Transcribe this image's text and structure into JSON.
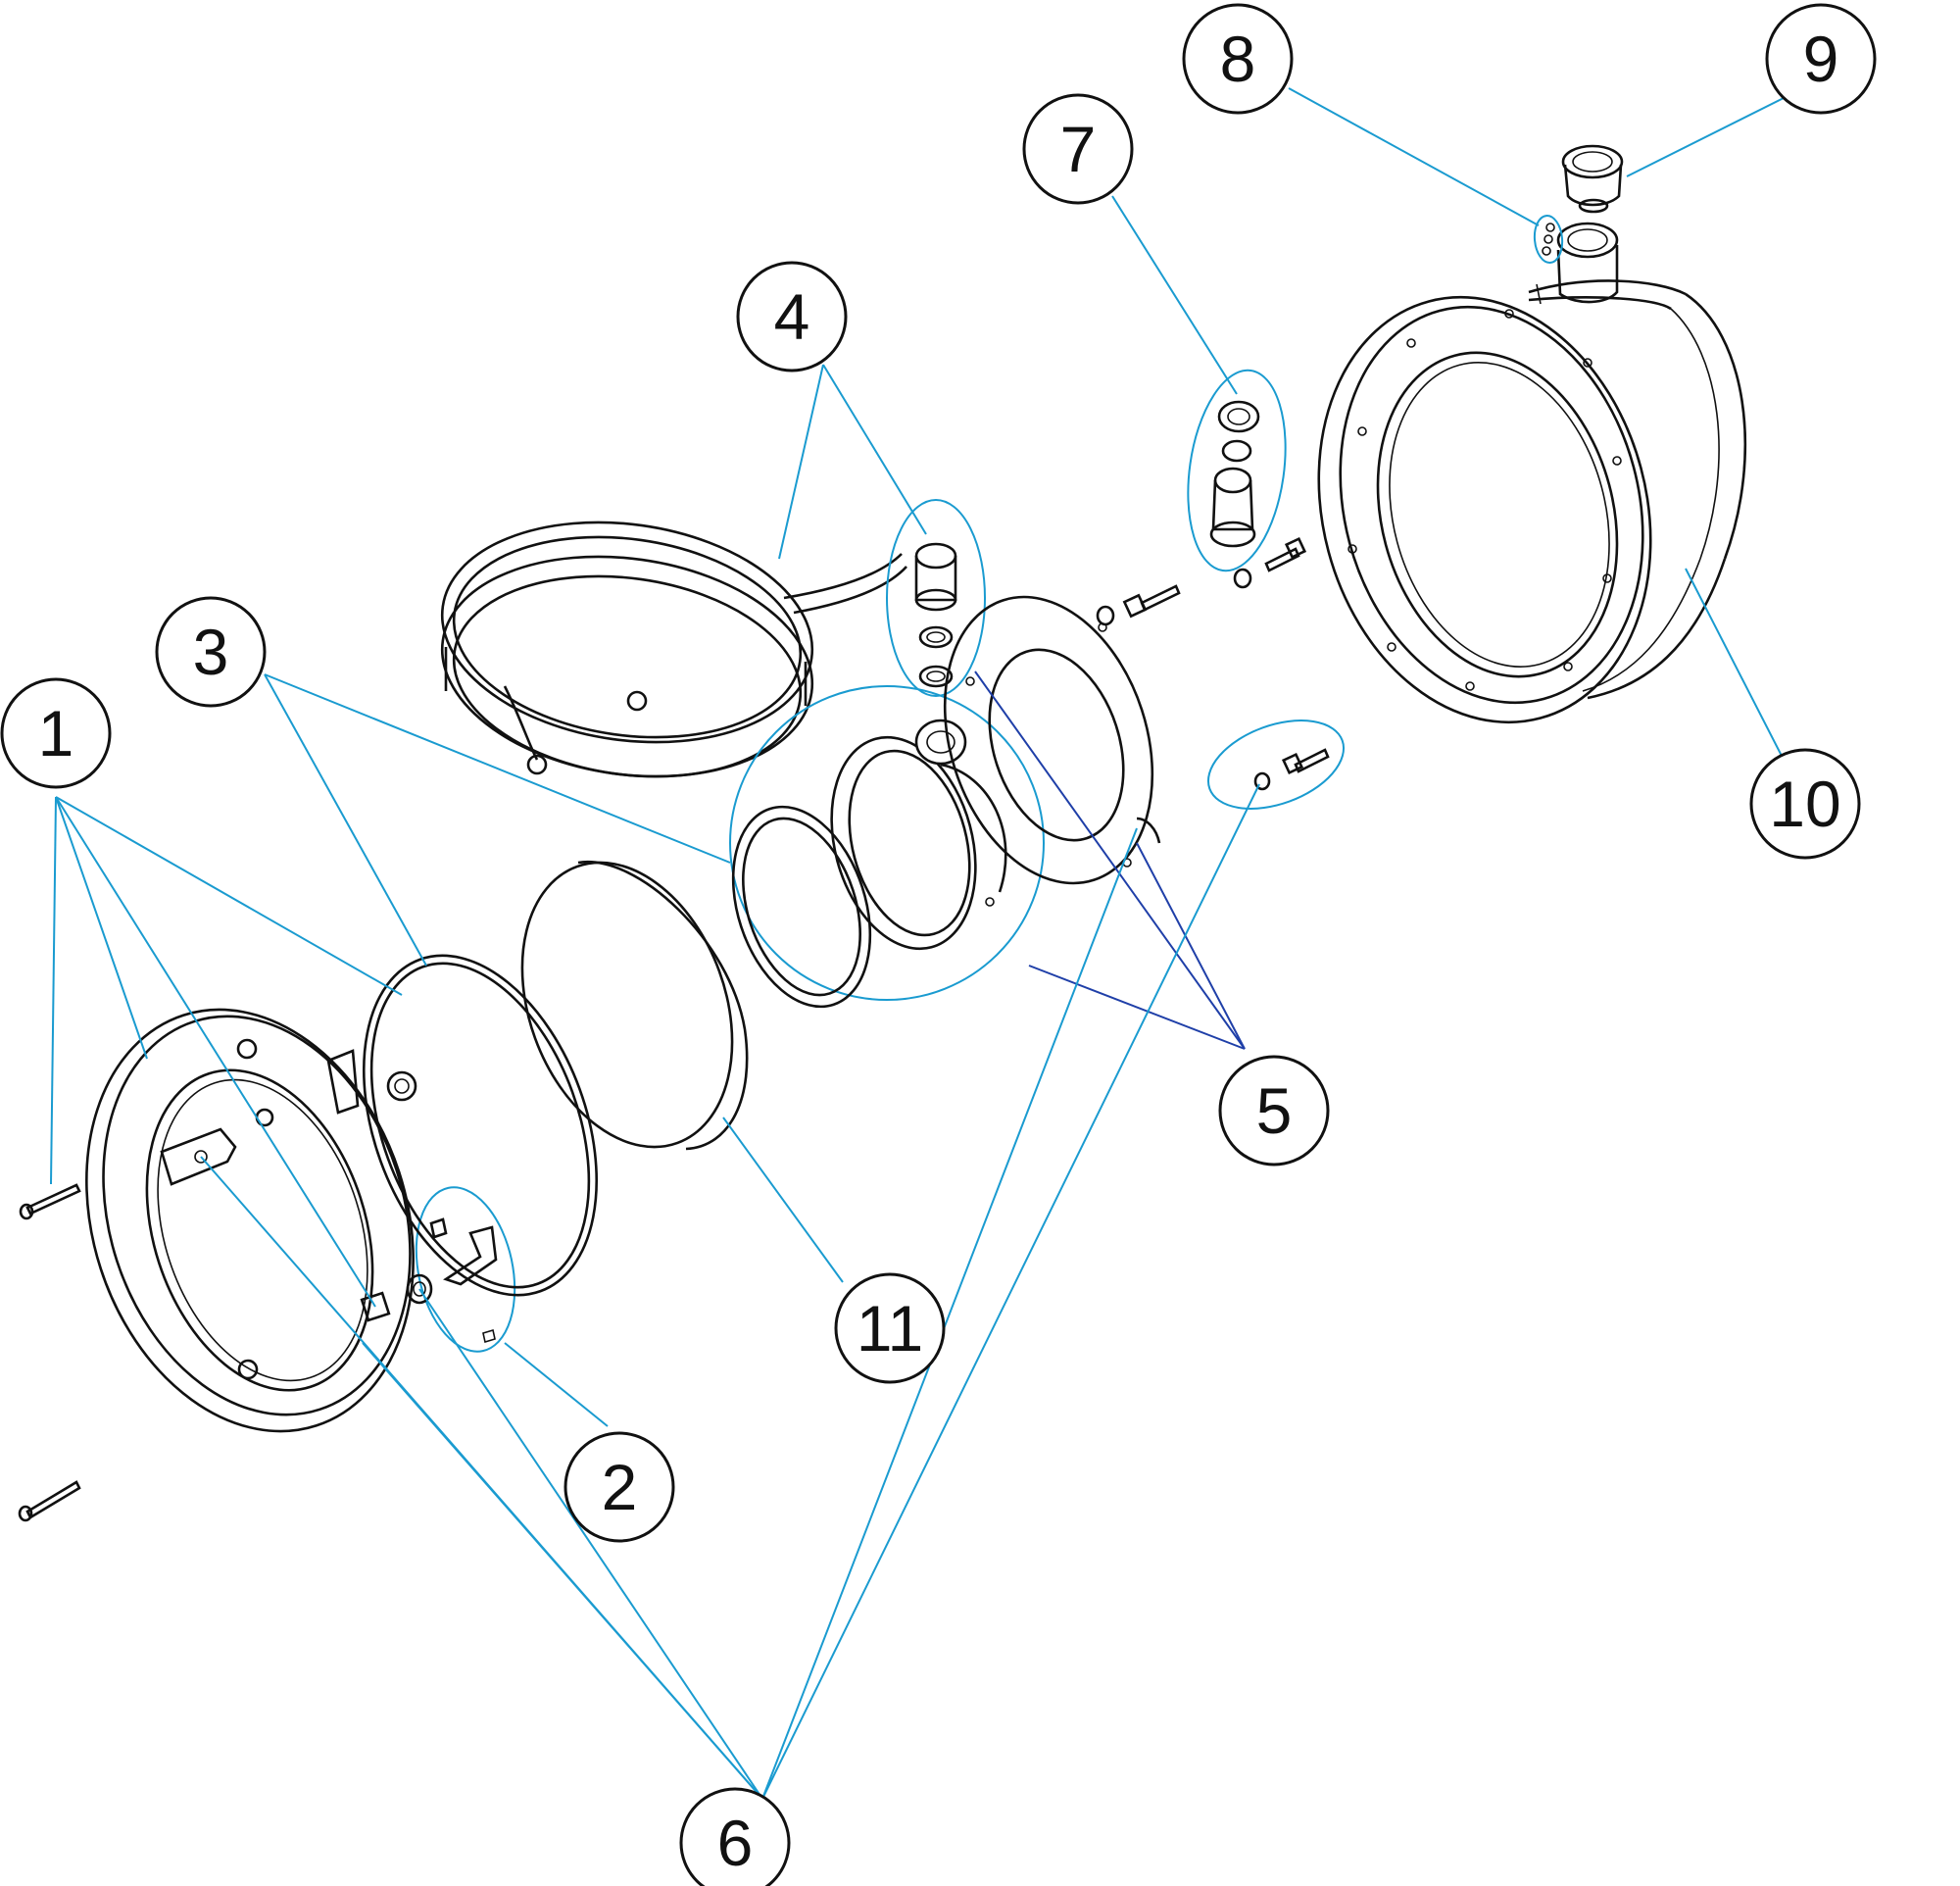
{
  "callouts": [
    {
      "id": "1",
      "label": "1"
    },
    {
      "id": "2",
      "label": "2"
    },
    {
      "id": "3",
      "label": "3"
    },
    {
      "id": "4",
      "label": "4"
    },
    {
      "id": "5",
      "label": "5"
    },
    {
      "id": "6",
      "label": "6"
    },
    {
      "id": "7",
      "label": "7"
    },
    {
      "id": "8",
      "label": "8"
    },
    {
      "id": "9",
      "label": "9"
    },
    {
      "id": "10",
      "label": "10"
    },
    {
      "id": "11",
      "label": "11"
    }
  ],
  "colors": {
    "leader": "#1a9bd0",
    "leader_secondary": "#1f3fa8",
    "line_art": "#111111",
    "background": "#ffffff"
  }
}
